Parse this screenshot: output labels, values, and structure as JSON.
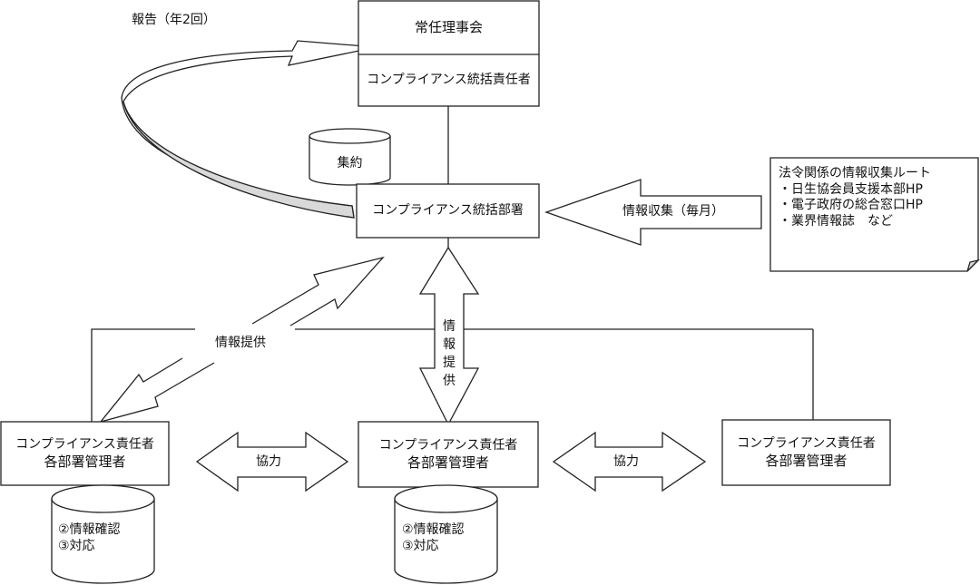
{
  "diagram": {
    "board": {
      "title": "常任理事会",
      "officer": "コンプライアンス統括責任者"
    },
    "central_dept": {
      "label": "コンプライアンス統括部署"
    },
    "aggregate_db": {
      "label": "集約"
    },
    "report_arrow": {
      "label": "報告（年2回）"
    },
    "collect_arrow": {
      "label": "情報収集（毎月）"
    },
    "sources_note": {
      "title": "法令関係の情報収集ルート",
      "items": [
        "・日生協会員支援本部HP",
        "・電子政府の総合窓口HP",
        "・業界情報誌　など"
      ]
    },
    "provide_diag_arrow": {
      "label": "情報提供"
    },
    "provide_vert_arrow": {
      "label": "情\n報\n提\n供",
      "chars": [
        "情",
        "報",
        "提",
        "供"
      ]
    },
    "departments": [
      {
        "line1": "コンプライアンス責任者",
        "line2": "各部署管理者",
        "db": [
          "②情報確認",
          "③対応"
        ]
      },
      {
        "line1": "コンプライアンス責任者",
        "line2": "各部署管理者",
        "db": [
          "②情報確認",
          "③対応"
        ]
      },
      {
        "line1": "コンプライアンス責任者",
        "line2": "各部署管理者"
      }
    ],
    "cooperate_arrows": [
      {
        "label": "協力"
      },
      {
        "label": "協力"
      }
    ],
    "colors": {
      "stroke": "#222222",
      "band_fill": "#d9d9d9",
      "fill": "#ffffff"
    }
  }
}
